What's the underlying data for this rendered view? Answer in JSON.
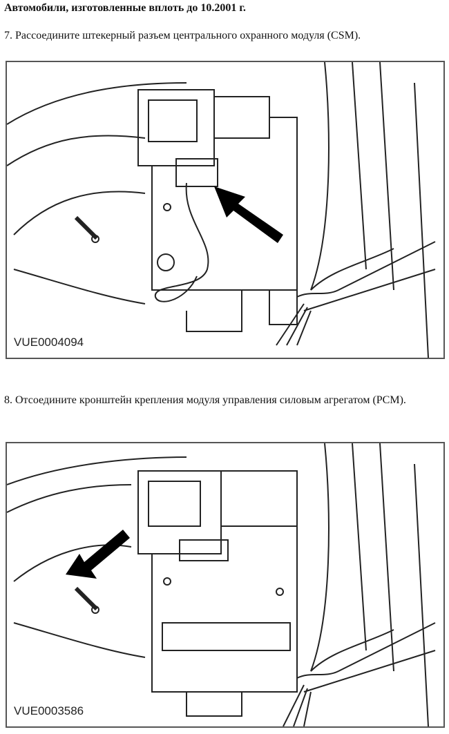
{
  "heading": "Автомобили, изготовленные вплоть до 10.2001 г.",
  "steps": [
    {
      "text": "7. Рассоедините штекерный разъем центрального охранного модуля (CSM).",
      "figure_code": "VUE0004094"
    },
    {
      "text": "8. Отсоедините кронштейн крепления модуля управления силовым агрегатом (PCM).",
      "figure_code": "VUE0003586"
    }
  ]
}
